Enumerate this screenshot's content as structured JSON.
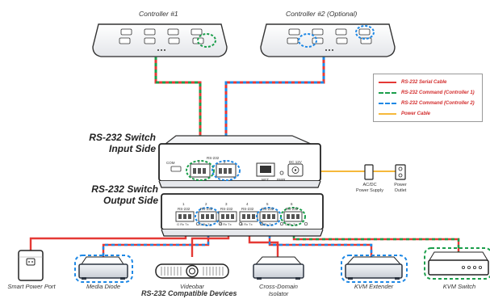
{
  "controllers": [
    {
      "title": "Controller #1"
    },
    {
      "title": "Controller #2 (Optional)"
    }
  ],
  "switch_input": {
    "title_line1": "RS-232 Switch",
    "title_line2": "Input Side",
    "port_label": "RS-232",
    "port_numbers": [
      "1",
      "2"
    ],
    "com_label": "COM",
    "net_label": "NET",
    "pwr_label": "PWR",
    "dc_label": "DC 12V"
  },
  "switch_output": {
    "title_line1": "RS-232 Switch",
    "title_line2": "Output Side",
    "port_label": "RS-232",
    "pin_label": "G Rx Tx",
    "port_numbers": [
      "1",
      "2",
      "3",
      "4",
      "5",
      "6"
    ]
  },
  "legend": {
    "items": [
      {
        "label": "RS-232 Serial Cable",
        "color": "#e53935",
        "style": "solid"
      },
      {
        "label": "RS-232 Command (Controller 1)",
        "color": "#1b9e4b",
        "style": "dashed"
      },
      {
        "label": "RS-232 Command (Controller 2)",
        "color": "#1e88e5",
        "style": "dashed"
      },
      {
        "label": "Power Cable",
        "color": "#f6b93b",
        "style": "solid"
      }
    ]
  },
  "power": {
    "supply_line1": "AC/DC",
    "supply_line2": "Power Supply",
    "outlet_line1": "Power",
    "outlet_line2": "Outlet"
  },
  "devices": [
    {
      "line1": "Smart Power Port",
      "line2": ""
    },
    {
      "line1": "Media Diode",
      "line2": ""
    },
    {
      "line1": "Videobar",
      "line2": ""
    },
    {
      "line1": "Cross-Domain",
      "line2": "Isolator"
    },
    {
      "line1": "KVM Extender",
      "line2": ""
    },
    {
      "line1": "KVM Switch",
      "line2": ""
    }
  ],
  "footer": {
    "title": "RS-232 Compatible Devices"
  },
  "colors": {
    "serial": "#e53935",
    "ctrl1": "#1b9e4b",
    "ctrl2": "#1e88e5",
    "power": "#f6b93b",
    "device_fill": "#2c3440"
  }
}
